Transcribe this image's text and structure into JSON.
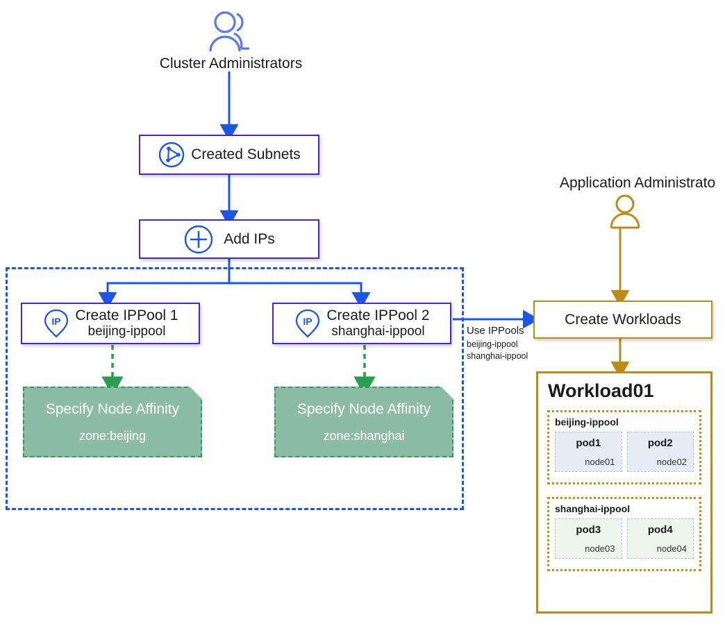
{
  "diagram": {
    "title": "Spiderpool IPPool and Workload Assignment Flow",
    "colors": {
      "blue": "#1a56e8",
      "purple_border": "#4b22d6",
      "orange": "#bd8a15",
      "green_dashed": "#27a05a",
      "green_fill": "#8cbca4",
      "pod_lavender": "#e7ebf6",
      "pod_green": "#edf5ed"
    }
  },
  "cluster_admin": {
    "role_label": "Cluster Administrators",
    "icon": "two-people-icon"
  },
  "app_admin": {
    "role_label": "Application Administrato",
    "icon": "person-icon"
  },
  "steps": {
    "created_subnets": {
      "label": "Created Subnets",
      "icon": "subnet-network-icon"
    },
    "add_ips": {
      "label": "Add IPs",
      "icon": "plus-circle-icon"
    },
    "ippool1": {
      "label": "Create IPPool 1",
      "sub": "beijing-ippool",
      "icon": "ip-pin-icon"
    },
    "ippool2": {
      "label": "Create IPPool 2",
      "sub": "shanghai-ippool",
      "icon": "ip-pin-icon"
    },
    "create_workloads": {
      "label": "Create Workloads"
    }
  },
  "affinity": [
    {
      "title": "Specify Node Affinity",
      "sub": "zone:beijing"
    },
    {
      "title": "Specify Node Affinity",
      "sub": "zone:shanghai"
    }
  ],
  "use_ippools": {
    "main": "Use IPPools",
    "pools": [
      "beijing-ippool",
      "shanghai-ippool"
    ]
  },
  "workload": {
    "title": "Workload01",
    "groups": [
      {
        "name": "beijing-ippool",
        "style": "lav",
        "pods": [
          {
            "pod": "pod1",
            "node": "node01"
          },
          {
            "pod": "pod2",
            "node": "node02"
          }
        ]
      },
      {
        "name": "shanghai-ippool",
        "style": "grn",
        "pods": [
          {
            "pod": "pod3",
            "node": "node03"
          },
          {
            "pod": "pod4",
            "node": "node04"
          }
        ]
      }
    ]
  }
}
